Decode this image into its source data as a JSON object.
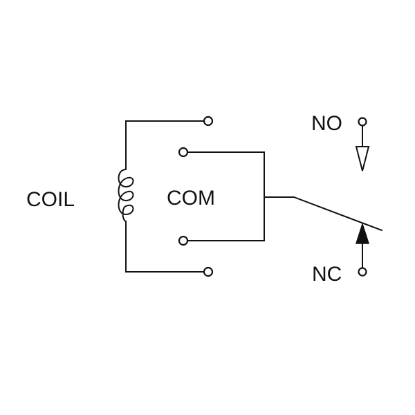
{
  "diagram": {
    "labels": {
      "coil": "COIL",
      "com": "COM",
      "no": "NO",
      "nc": "NC"
    },
    "colors": {
      "line": "#111111",
      "background": "#ffffff"
    }
  }
}
